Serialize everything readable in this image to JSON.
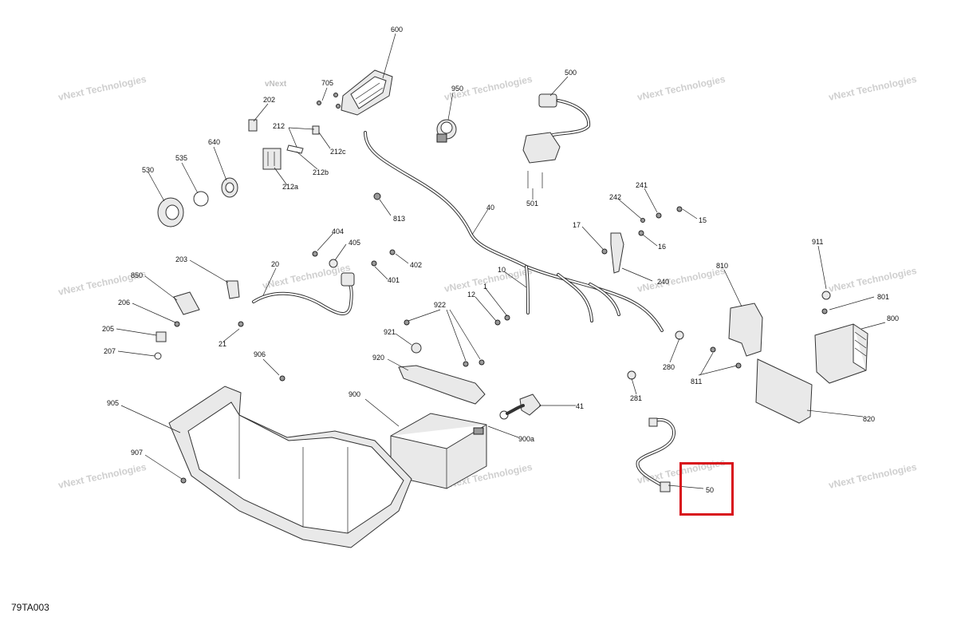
{
  "diagram": {
    "reference_code": "79TA003",
    "watermark": {
      "line1": "vNext",
      "line2": "Technologies",
      "full": "vNext Technologies"
    },
    "highlight": {
      "label": "50",
      "color": "#d8121b"
    },
    "callouts": {
      "c600": "600",
      "c500": "500",
      "c705": "705",
      "c950": "950",
      "c202": "202",
      "c212": "212",
      "c212c": "212c",
      "c212b": "212b",
      "c212a": "212a",
      "c640": "640",
      "c535": "535",
      "c530": "530",
      "c813": "813",
      "c501": "501",
      "c40": "40",
      "c241": "241",
      "c242": "242",
      "c15": "15",
      "c17": "17",
      "c16": "16",
      "c404": "404",
      "c405": "405",
      "c402": "402",
      "c401": "401",
      "c20": "20",
      "c203": "203",
      "c850": "850",
      "c206": "206",
      "c205": "205",
      "c207": "207",
      "c21": "21",
      "c10": "10",
      "c1": "1",
      "c12": "12",
      "c922": "922",
      "c921": "921",
      "c240": "240",
      "c810": "810",
      "c911": "911",
      "c801": "801",
      "c800": "800",
      "c920": "920",
      "c906": "906",
      "c280": "280",
      "c811": "811",
      "c281": "281",
      "c900": "900",
      "c41": "41",
      "c900a": "900a",
      "c905": "905",
      "c820": "820",
      "c907": "907",
      "c50": "50"
    }
  }
}
